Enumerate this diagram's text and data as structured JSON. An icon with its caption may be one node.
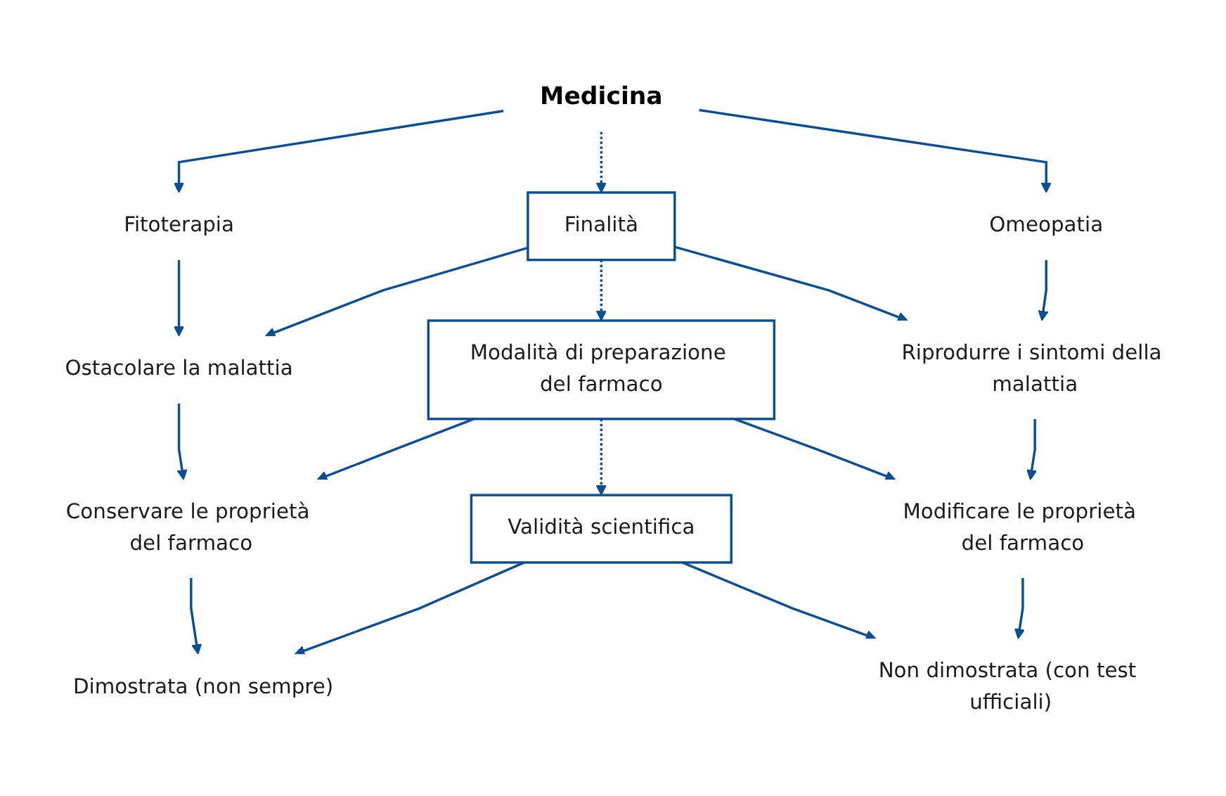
{
  "diagram": {
    "nodes": [
      {
        "text": [
          "Medicina"
        ]
      },
      {
        "text": [
          "Fitoterapia"
        ]
      },
      {
        "text": [
          "Omeopatia"
        ]
      },
      {
        "text": [
          "Ostacolare la malattia"
        ]
      },
      {
        "text": [
          "Finalità"
        ]
      },
      {
        "text": [
          "Riprodurre i sintomi della malattia"
        ]
      },
      {
        "text": [
          "Conservare le proprietà del farmaco"
        ]
      },
      {
        "text": [
          "Modalità di preparazione del farmaco"
        ]
      },
      {
        "text": [
          "Modificare le proprietà del farmaco"
        ]
      },
      {
        "text": [
          "Dimostrata (non sempre)"
        ]
      },
      {
        "text": [
          "Validità scientifica"
        ]
      },
      {
        "text": [
          "Non dimostrata (con test ufficiali)"
        ]
      }
    ],
    "edges": [
      {
        "from": 0,
        "to": 1,
        "arrow": "to"
      },
      {
        "from": 0,
        "to": 4,
        "arrow": "to",
        "style": "dashed"
      },
      {
        "from": 0,
        "to": 2,
        "arrow": "to"
      },
      {
        "from": 1,
        "to": 3,
        "arrow": "to"
      },
      {
        "from": 2,
        "to": 5,
        "arrow": "to"
      },
      {
        "from": 4,
        "to": 3,
        "arrow": "to"
      },
      {
        "from": 4,
        "to": 7,
        "arrow": "to",
        "style": "dashed"
      },
      {
        "from": 4,
        "to": 5,
        "arrow": "to"
      },
      {
        "from": 3,
        "to": 6,
        "arrow": "to"
      },
      {
        "from": 5,
        "to": 8,
        "arrow": "to"
      },
      {
        "from": 7,
        "to": 6,
        "arrow": "to"
      },
      {
        "from": 7,
        "to": 10,
        "arrow": "to",
        "style": "dashed"
      },
      {
        "from": 7,
        "to": 8,
        "arrow": "to"
      },
      {
        "from": 6,
        "to": 9,
        "arrow": "to"
      },
      {
        "from": 8,
        "to": 11,
        "arrow": "to"
      },
      {
        "from": 10,
        "to": 9,
        "arrow": "to"
      },
      {
        "from": 10,
        "to": 11,
        "arrow": "to"
      }
    ]
  }
}
